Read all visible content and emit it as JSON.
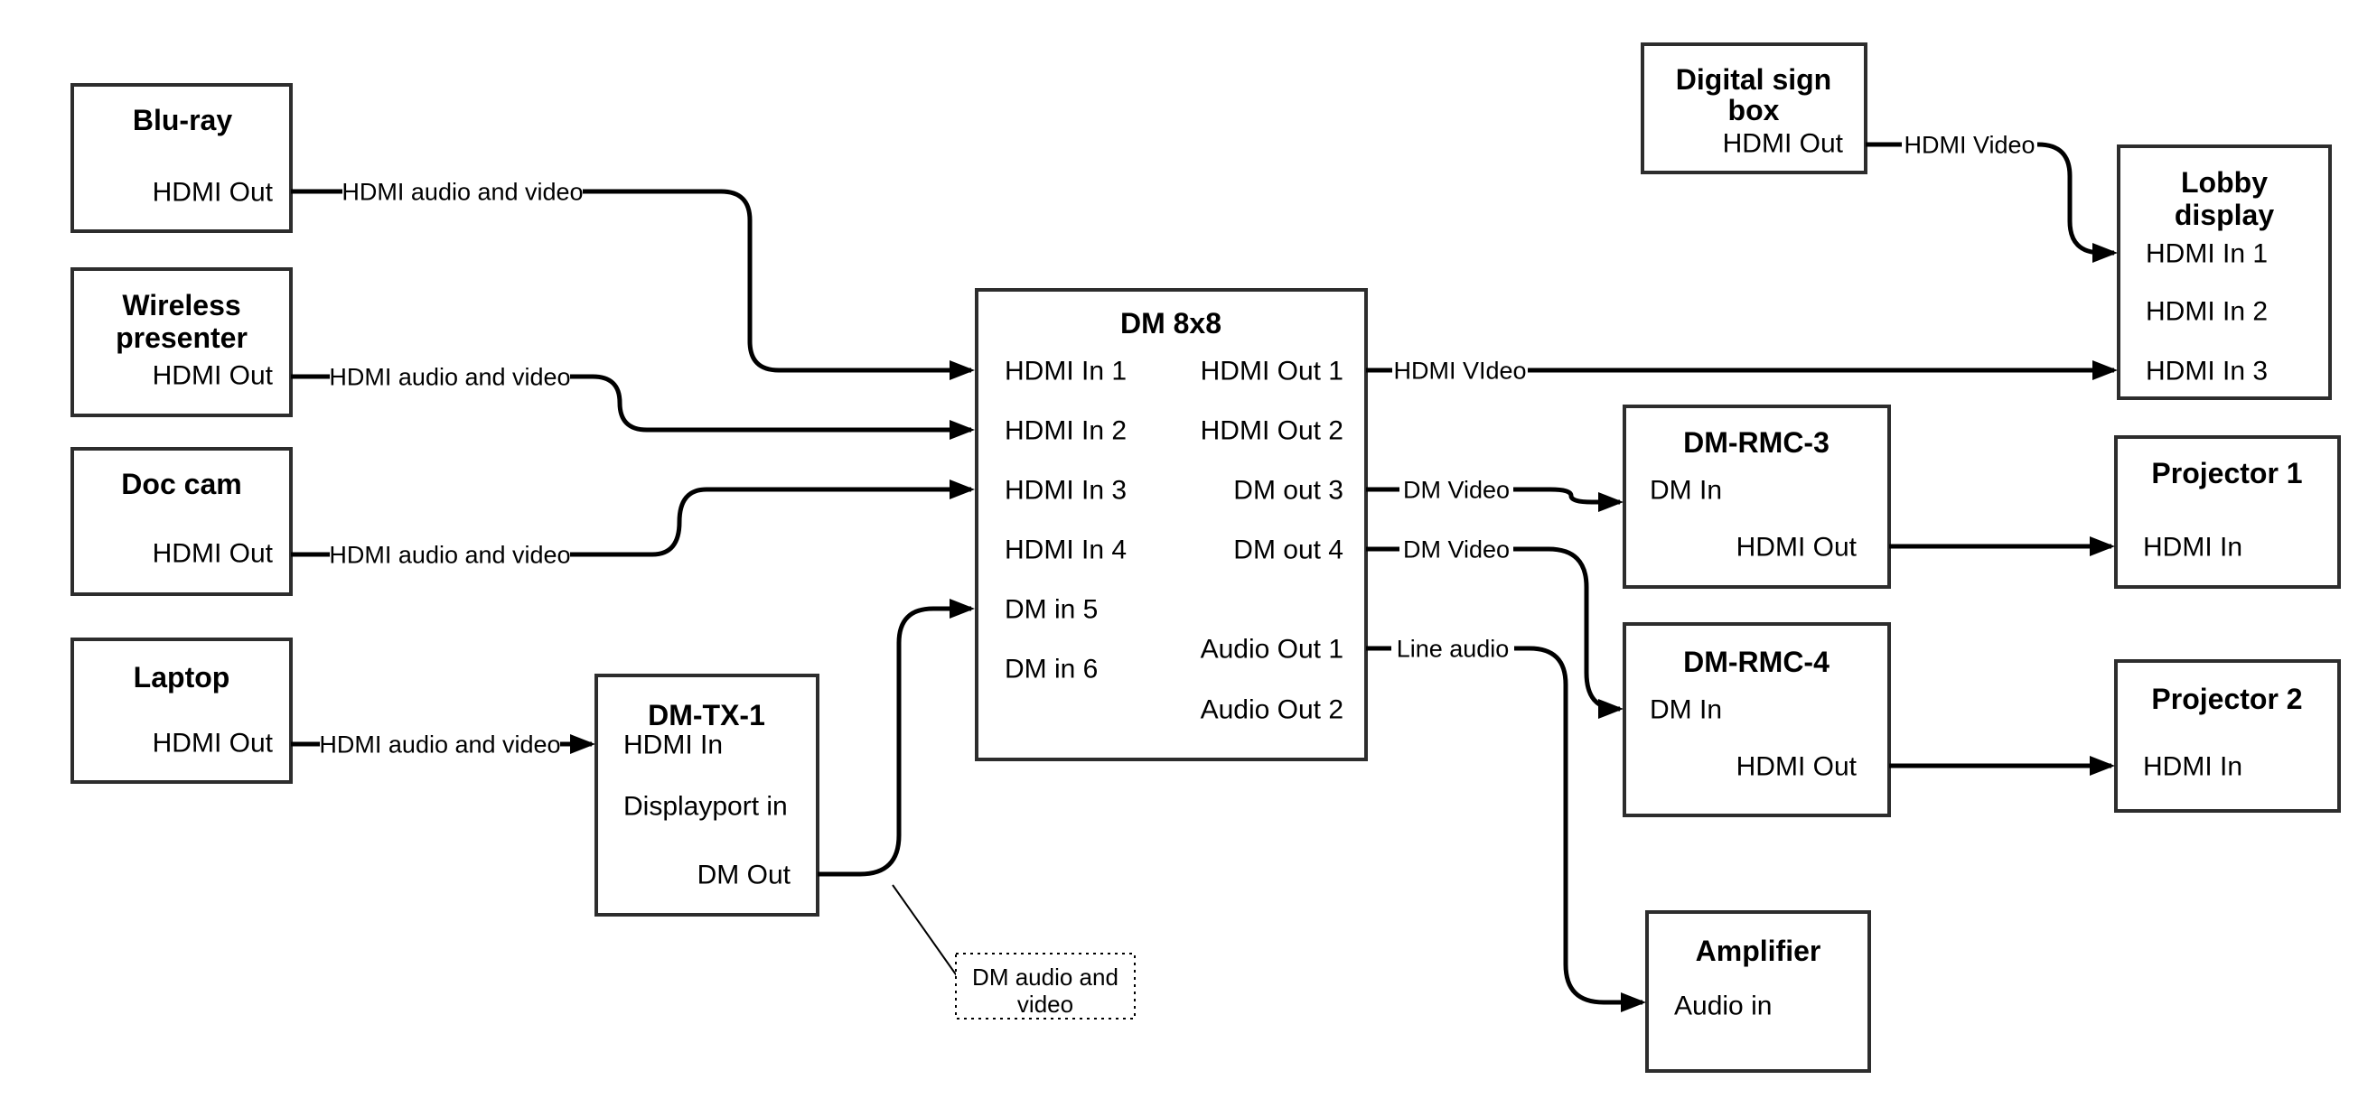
{
  "colors": {
    "background": "#ffffff",
    "wire": "#000000",
    "box_border": "#2d2d2d",
    "text": "#000000"
  },
  "boxes": {
    "bluray": {
      "title": "Blu-ray",
      "hdmi_out": "HDMI Out"
    },
    "wireless": {
      "title1": "Wireless",
      "title2": "presenter",
      "hdmi_out": "HDMI Out"
    },
    "doccam": {
      "title": "Doc cam",
      "hdmi_out": "HDMI Out"
    },
    "laptop": {
      "title": "Laptop",
      "hdmi_out": "HDMI Out"
    },
    "dmtx1": {
      "title": "DM-TX-1",
      "hdmi_in": "HDMI In",
      "displayport_in": "Displayport in",
      "dm_out": "DM Out"
    },
    "dm8x8": {
      "title": "DM 8x8",
      "hdmi_in_1": "HDMI In 1",
      "hdmi_in_2": "HDMI In 2",
      "hdmi_in_3": "HDMI In 3",
      "hdmi_in_4": "HDMI In 4",
      "dm_in_5": "DM in 5",
      "dm_in_6": "DM in 6",
      "hdmi_out_1": "HDMI Out 1",
      "hdmi_out_2": "HDMI Out 2",
      "dm_out_3": "DM out 3",
      "dm_out_4": "DM out 4",
      "audio_out_1": "Audio Out 1",
      "audio_out_2": "Audio Out 2"
    },
    "digital_sign": {
      "title1": "Digital sign",
      "title2": "box",
      "hdmi_out": "HDMI Out"
    },
    "lobby": {
      "title1": "Lobby",
      "title2": "display",
      "hdmi_in_1": "HDMI In 1",
      "hdmi_in_2": "HDMI In 2",
      "hdmi_in_3": "HDMI In 3"
    },
    "rmc3": {
      "title": "DM-RMC-3",
      "dm_in": "DM In",
      "hdmi_out": "HDMI Out"
    },
    "proj1": {
      "title": "Projector 1",
      "hdmi_in": "HDMI In"
    },
    "rmc4": {
      "title": "DM-RMC-4",
      "dm_in": "DM In",
      "hdmi_out": "HDMI Out"
    },
    "proj2": {
      "title": "Projector 2",
      "hdmi_in": "HDMI In"
    },
    "amplifier": {
      "title": "Amplifier",
      "audio_in": "Audio in"
    }
  },
  "wires": {
    "bluray_to_dm8x8": "HDMI audio and video",
    "wireless_to_dm8x8": "HDMI audio and video",
    "doccam_to_dm8x8": "HDMI audio and video",
    "laptop_to_dmtx1": "HDMI audio and video",
    "dm8x8_out1_to_lobby": "HDMI VIdeo",
    "dm8x8_out3_to_rmc3": "DM Video",
    "dm8x8_out4_to_rmc4": "DM Video",
    "dm8x8_aout1_to_amp": "Line audio",
    "digital_sign_to_lobby": "HDMI Video"
  },
  "note": {
    "line1": "DM audio and",
    "line2": "video"
  }
}
